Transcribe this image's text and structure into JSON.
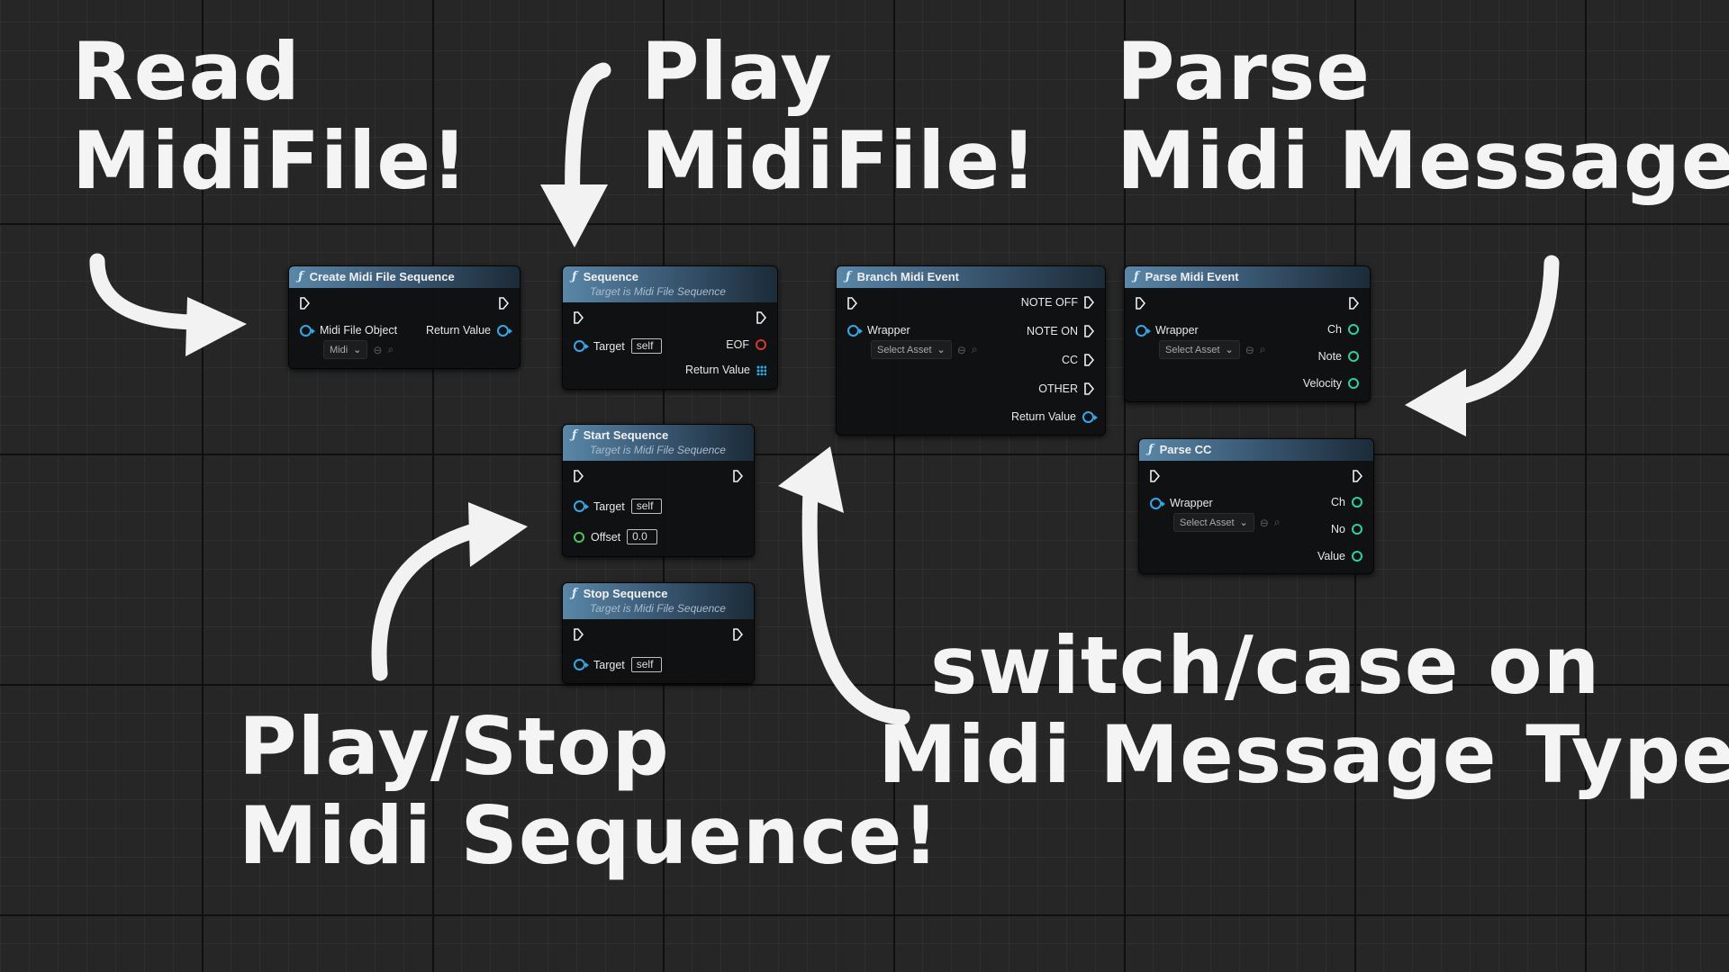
{
  "captions": {
    "read": [
      "Read",
      "MidiFile!"
    ],
    "play": [
      "Play",
      "MidiFile!"
    ],
    "parse": [
      "Parse",
      "Midi Message!"
    ],
    "play_stop": [
      "Play/Stop",
      "Midi Sequence!"
    ],
    "switch_case": [
      "switch/case on",
      "Midi Message Type!"
    ]
  },
  "nodes": {
    "create": {
      "title": "Create Midi File Sequence",
      "in_label": "Midi File Object",
      "in_value": "Midi",
      "out_label": "Return Value"
    },
    "sequence": {
      "title": "Sequence",
      "subtitle": "Target is Midi File Sequence",
      "target_label": "Target",
      "target_value": "self",
      "eof_label": "EOF",
      "return_label": "Return Value"
    },
    "start": {
      "title": "Start Sequence",
      "subtitle": "Target is Midi File Sequence",
      "target_label": "Target",
      "target_value": "self",
      "offset_label": "Offset",
      "offset_value": "0.0"
    },
    "stop": {
      "title": "Stop Sequence",
      "subtitle": "Target is Midi File Sequence",
      "target_label": "Target",
      "target_value": "self"
    },
    "branch": {
      "title": "Branch Midi Event",
      "wrapper_label": "Wrapper",
      "asset_placeholder": "Select Asset",
      "outputs": [
        "NOTE OFF",
        "NOTE ON",
        "CC",
        "OTHER"
      ],
      "return_label": "Return Value"
    },
    "parse_event": {
      "title": "Parse Midi Event",
      "wrapper_label": "Wrapper",
      "asset_placeholder": "Select Asset",
      "outputs": [
        "Ch",
        "Note",
        "Velocity"
      ]
    },
    "parse_cc": {
      "title": "Parse CC",
      "wrapper_label": "Wrapper",
      "asset_placeholder": "Select Asset",
      "outputs": [
        "Ch",
        "No",
        "Value"
      ]
    }
  },
  "icons": {
    "function": "f-function-icon",
    "exec": "exec-pin-icon",
    "dropdown": "chevron-down-icon",
    "use": "arrow-left-circle-icon",
    "browse": "search-icon"
  },
  "colors": {
    "background": "#262626",
    "header_accent": "#5a87a8",
    "object_pin": "#3aa5e6",
    "float_pin": "#50c05a",
    "struct_pin": "#2fcfa0",
    "bool_pin": "#d43a2f"
  }
}
